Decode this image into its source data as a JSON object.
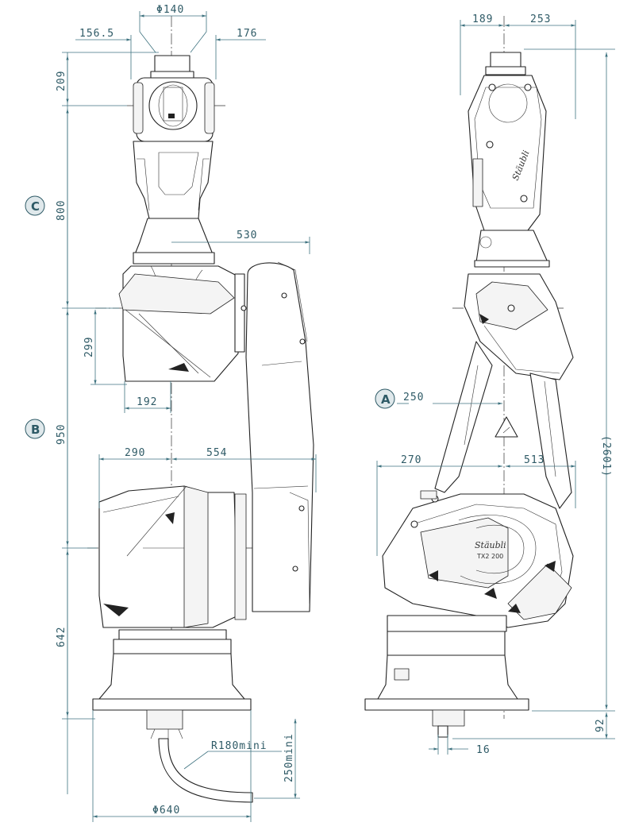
{
  "dimensions": {
    "top_diameter": "Φ140",
    "wrist_left": "156.5",
    "wrist_right": "176",
    "wrist_height": "209",
    "forearm_length": "800",
    "forearm_offset": "530",
    "elbow_height": "299",
    "elbow_offset": "192",
    "arm_length": "950",
    "shoulder_left": "290",
    "shoulder_right": "554",
    "base_height": "642",
    "side_wrist_left": "189",
    "side_wrist_right": "253",
    "side_offset_a": "250",
    "side_shoulder_left": "270",
    "side_shoulder_right": "513",
    "total_height": "(2601)",
    "base_bottom": "92",
    "connector_offset": "16",
    "cable_radius": "R180mini",
    "cable_clearance": "250mini",
    "base_diameter": "Φ640"
  },
  "references": {
    "a": "A",
    "b": "B",
    "c": "C"
  },
  "branding": {
    "logo": "Stäubli",
    "logo_small": "Stäubli",
    "model": "TX2 200"
  },
  "colors": {
    "dimension": "#2e5a66",
    "outline": "#222222"
  }
}
